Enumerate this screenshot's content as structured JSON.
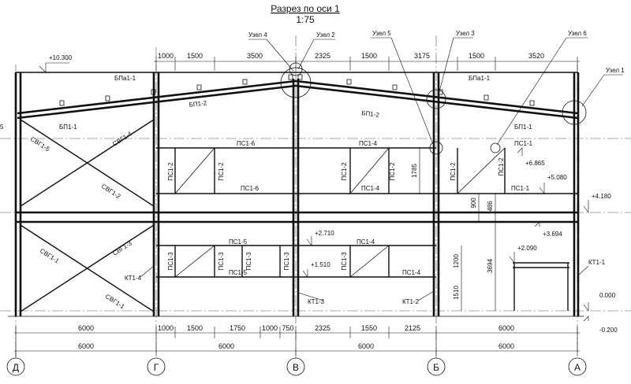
{
  "title": {
    "main": "Разрез по оси 1",
    "scale": "1:75"
  },
  "axes": [
    "Д",
    "Г",
    "В",
    "Б",
    "А"
  ],
  "dims_top": [
    "1000",
    "1500",
    "3500",
    "2325",
    "1500",
    "3175",
    "1500",
    "3520"
  ],
  "dims_bottom_row1": [
    "6000",
    "1000",
    "1500",
    "1750",
    "1000",
    "750",
    "2325",
    "1550",
    "2125",
    "6000"
  ],
  "dims_bottom_row2": [
    "6000",
    "6000",
    "6000",
    "6000"
  ],
  "dims_vertical": [
    "1785",
    "900",
    "486",
    "1200",
    "1510",
    "3694"
  ],
  "elevations": [
    "+10.300",
    "+6.865",
    "+5.080",
    "+4.180",
    "+3.694",
    "+2.710",
    "+1.510",
    "+2.090",
    "0.000",
    "-0.200",
    "5"
  ],
  "nodes": [
    "Узел 4",
    "Узел 2",
    "Узел 5",
    "Узел 3",
    "Узел 6",
    "Узел 1"
  ],
  "members": {
    "bpa_left": "БПа1-1",
    "bpa_right": "БПа1-1",
    "bp_left": "БП1-2",
    "bp_right": "БП1-2",
    "bp1_left": "БП1-1",
    "bp1_right": "БП1-1",
    "ps16_a": "ПС1-6",
    "ps14_a": "ПС1-4",
    "ps11_a": "ПС1-1",
    "ps16_b": "ПС1-6",
    "ps14_b": "ПС1-4",
    "ps11_b": "ПС1-1",
    "ps15_a": "ПС1-5",
    "ps14_c": "ПС1-4",
    "ps15_b": "ПС1-5",
    "ps14_d": "ПС1-4",
    "ps12_a": "ПС1-2",
    "ps12_b": "ПС1-2",
    "ps12_c": "ПС1-2",
    "ps12_d": "ПС1-2",
    "ps12_e": "ПС1-2",
    "ps12_f": "ПС1-2",
    "ps13_a": "ПС1-3",
    "ps13_b": "ПС1-3",
    "ps13_c": "ПС1-3",
    "ps13_d": "ПС1-3",
    "ps13_e": "ПС1-3",
    "svg14": "СВГ1-4",
    "svg15": "СВГ1-5",
    "svg12": "СВГ1-2",
    "svg11": "СВГ1-1",
    "svg13": "СВГ1-3",
    "svg1x": "СВГ1-1",
    "kt14": "КТ1-4",
    "kt13": "КТ1-3",
    "kt12": "КТ1-2",
    "kt11": "КТ1-1"
  }
}
